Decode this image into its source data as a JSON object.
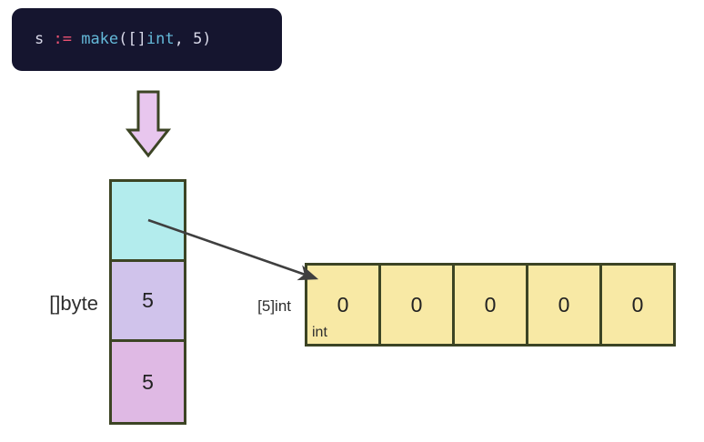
{
  "code_box": {
    "full_text": "s := make([]int, 5)",
    "tokens": [
      {
        "text": "s ",
        "type": "plain"
      },
      {
        "text": ":= ",
        "type": "operator"
      },
      {
        "text": "make",
        "type": "function"
      },
      {
        "text": "([]",
        "type": "plain"
      },
      {
        "text": "int",
        "type": "type"
      },
      {
        "text": ", 5)",
        "type": "plain"
      }
    ]
  },
  "slice_struct": {
    "label": "[]byte",
    "pointer_value": "",
    "length": "5",
    "capacity": "5"
  },
  "backing_array": {
    "label": "[5]int",
    "element_type": "int",
    "cells": [
      "0",
      "0",
      "0",
      "0",
      "0"
    ]
  },
  "colors": {
    "code_background": "#15152f",
    "code_text": "#d8d8e8",
    "code_operator": "#ec5272",
    "code_keyword": "#64b9d9",
    "pointer_cell_fill": "#b3eced",
    "length_cell_fill": "#d0c3eb",
    "capacity_cell_fill": "#dfb9e4",
    "array_cell_fill": "#f8e9a5",
    "box_border": "#3c4424",
    "block_arrow_fill": "#e8c6ee",
    "pointer_arrow_stroke": "#3f3f3f"
  }
}
